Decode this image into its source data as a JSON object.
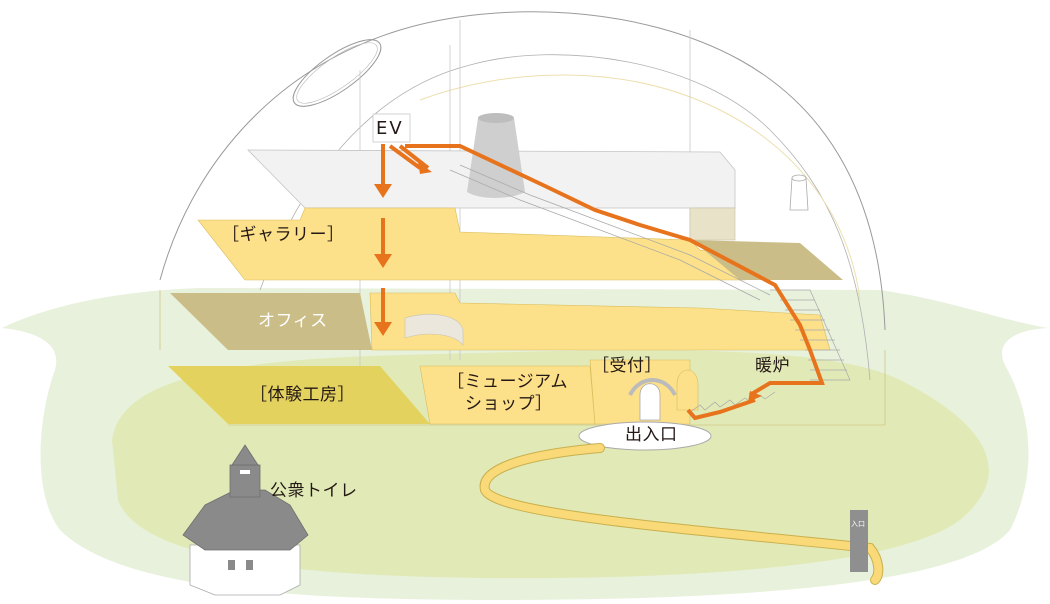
{
  "diagram": {
    "type": "architectural-cutaway",
    "subject": "dome building cross-section with visitor route",
    "colors": {
      "lawn_outer": "#e8f1dc",
      "lawn_inner": "#e1eab7",
      "floor_yellow": "#fce08a",
      "floor_dark_yellow": "#e4d25e",
      "floor_khaki": "#cbbd87",
      "roof_gray": "#f2f2f2",
      "route_orange": "#e8731d",
      "path_yellow": "#f9d978",
      "toilet_roof": "#8a8a8a",
      "sign_gray": "#8f8f8f",
      "outline": "#9a9a9a"
    }
  },
  "labels": {
    "ev": "EV",
    "gallery": "［ギャラリー］",
    "office": "オフィス",
    "workshop": "［体験工房］",
    "museum_shop_line1": "［ミュージアム",
    "museum_shop_line2": "ショップ］",
    "reception": "［受付］",
    "fireplace": "暖炉",
    "entrance": "出入口",
    "public_toilet": "公衆トイレ",
    "sign_text": "入口"
  }
}
